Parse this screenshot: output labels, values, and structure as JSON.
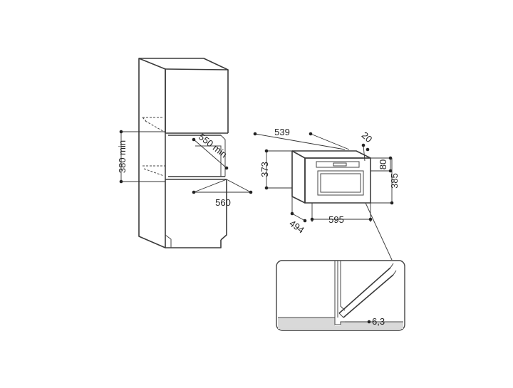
{
  "dimensions": {
    "cabinet": {
      "height_min": "380 min",
      "depth_min": "550 min",
      "width": "560"
    },
    "appliance": {
      "depth_top": "539",
      "side_offset": "20",
      "front_height": "373",
      "top_offset": "80",
      "overall_height": "385",
      "depth_bottom": "494",
      "overall_width": "595"
    },
    "detail": {
      "gap": "6,3"
    }
  }
}
